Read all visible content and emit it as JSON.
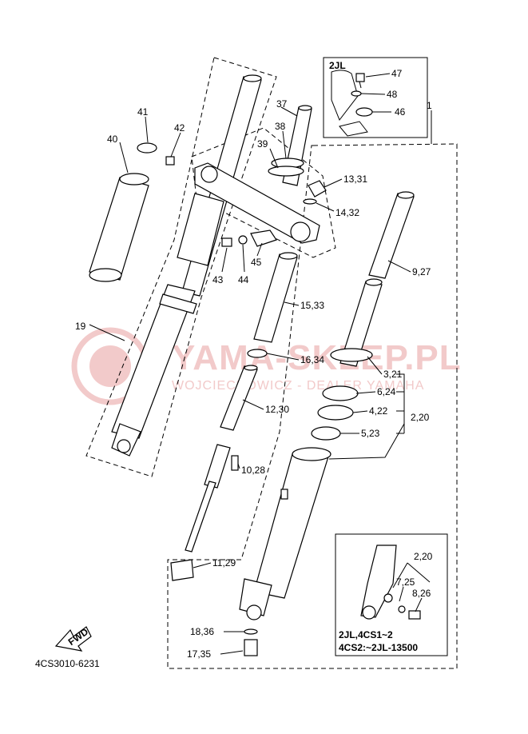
{
  "watermark": {
    "main": "YAMA-SKLEP.PL",
    "sub": "WOJCIECHOWICZ - DEALER YAMAHA"
  },
  "diagram_code": "4CS3010-6231",
  "fwd_label": "FWD",
  "inset_top": {
    "model": "2JL"
  },
  "inset_bottom": {
    "line1": "2JL,4CS1~2",
    "line2": "4CS2:~2JL-13500"
  },
  "callouts": {
    "c1": "1",
    "c40": "40",
    "c41": "41",
    "c42": "42",
    "c37": "37",
    "c38": "38",
    "c39": "39",
    "c47": "47",
    "c48": "48",
    "c46": "46",
    "c13_31": "13,31",
    "c14_32": "14,32",
    "c45": "45",
    "c43": "43",
    "c44": "44",
    "c9_27": "9,27",
    "c15_33": "15,33",
    "c19": "19",
    "c16_34": "16,34",
    "c3_21": "3,21",
    "c6_24": "6,24",
    "c12_30": "12,30",
    "c4_22": "4,22",
    "c2_20": "2,20",
    "c5_23": "5,23",
    "c10_28": "10,28",
    "c11_29": "11,29",
    "c18_36": "18,36",
    "c17_35": "17,35",
    "i2_20": "2,20",
    "i7_25": "7,25",
    "i8_26": "8,26"
  }
}
